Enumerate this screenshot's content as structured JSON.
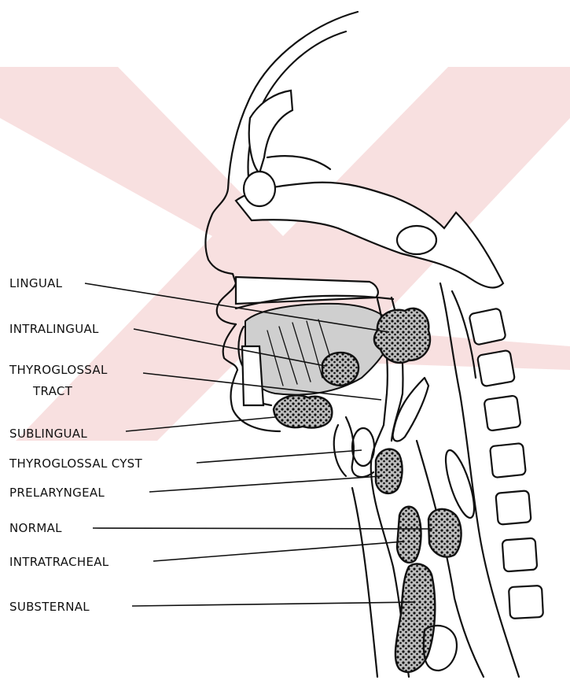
{
  "diagram": {
    "labels": [
      {
        "id": "lingual",
        "lines": [
          "LINGUAL"
        ]
      },
      {
        "id": "intralingual",
        "lines": [
          "INTRALINGUAL"
        ]
      },
      {
        "id": "thyroglossal-tract",
        "lines": [
          "THYROGLOSSAL",
          "TRACT"
        ]
      },
      {
        "id": "sublingual",
        "lines": [
          "SUBLINGUAL"
        ]
      },
      {
        "id": "thyroglossal-cyst",
        "lines": [
          "THYROGLOSSAL CYST"
        ]
      },
      {
        "id": "prelaryngeal",
        "lines": [
          "PRELARYNGEAL"
        ]
      },
      {
        "id": "normal",
        "lines": [
          "NORMAL"
        ]
      },
      {
        "id": "intratracheal",
        "lines": [
          "INTRATRACHEAL"
        ]
      },
      {
        "id": "substernal",
        "lines": [
          "SUBSTERNAL"
        ]
      }
    ]
  },
  "colors": {
    "ink": "#111111",
    "watermark": "#f6d6d6",
    "background": "#ffffff"
  }
}
